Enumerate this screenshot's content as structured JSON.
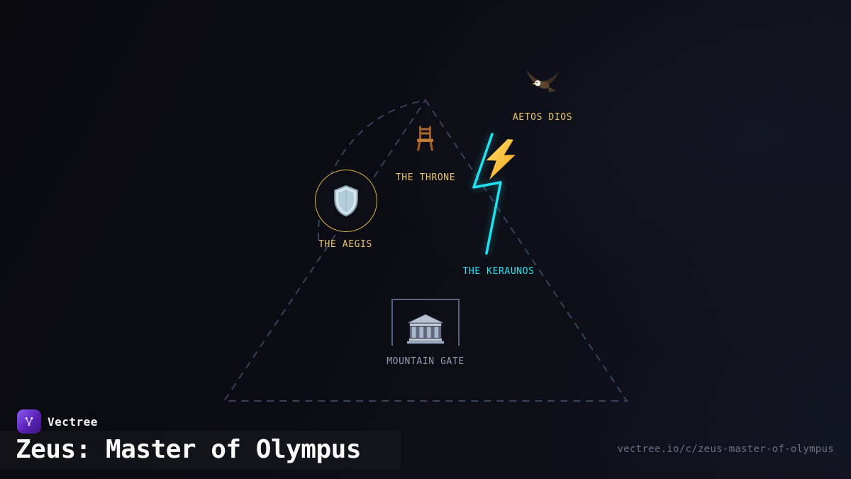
{
  "brand": {
    "name": "Vectree"
  },
  "title": "Zeus: Master of Olympus",
  "share_url": "vectree.io/c/zeus-master-of-olympus",
  "nodes": {
    "eagle": {
      "label": "AETOS DIOS"
    },
    "throne": {
      "label": "THE THRONE"
    },
    "aegis": {
      "label": "THE AEGIS"
    },
    "keraunos": {
      "label": "THE KERAUNOS"
    },
    "gate": {
      "label": "MOUNTAIN GATE"
    }
  },
  "colors": {
    "gold_label": "#e8c36a",
    "cyan_label": "#29e2f0",
    "muted_label": "#949cae",
    "mountain_outline": "#3d4766",
    "keraunos_bolt": "#22e2f0",
    "aegis_ring": "#d9b64d",
    "logo_purple": "#7c3aed"
  }
}
